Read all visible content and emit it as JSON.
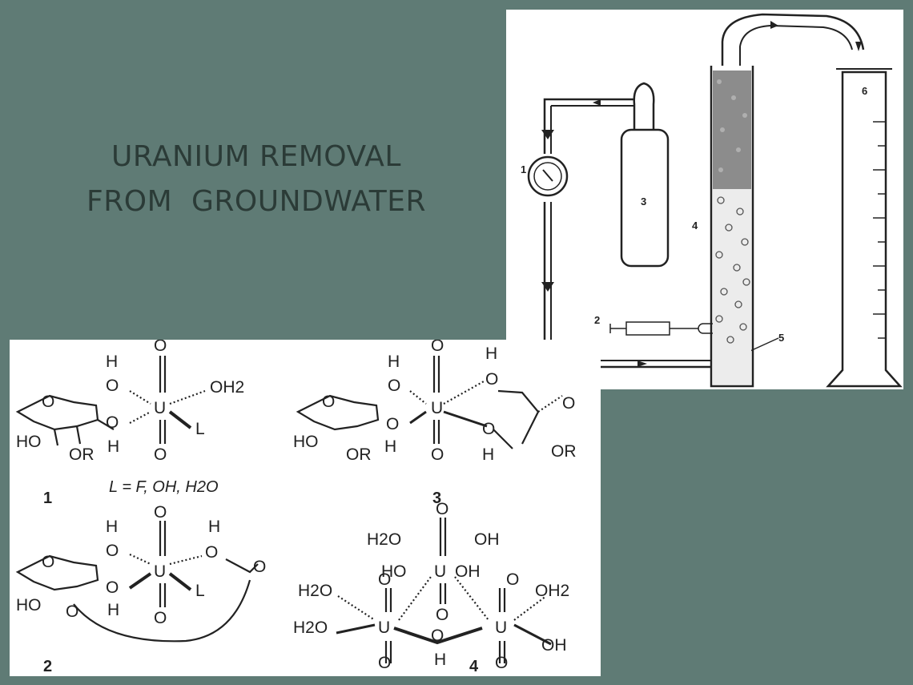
{
  "slide": {
    "title_line1": "URANIUM REMOVAL",
    "title_line2": "FROM  GROUNDWATER"
  },
  "apparatus": {
    "labels": [
      "1",
      "2",
      "3",
      "4",
      "5",
      "6"
    ]
  },
  "structures": {
    "s1": {
      "number": "1",
      "caption": "L = F, OH, H2O",
      "ligand": "L",
      "water": "OH2"
    },
    "s2": {
      "number": "2",
      "ligand": "L"
    },
    "s3": {
      "number": "3"
    },
    "s4": {
      "number": "4"
    },
    "atoms": {
      "U": "U",
      "O": "O",
      "H": "H",
      "HO": "HO",
      "OR": "OR",
      "OH": "OH",
      "H2O": "H2O",
      "OH2": "OH2"
    }
  },
  "colors": {
    "background": "#5f7b75",
    "title": "#2b3b37",
    "panel": "#ffffff",
    "ink": "#222222"
  }
}
